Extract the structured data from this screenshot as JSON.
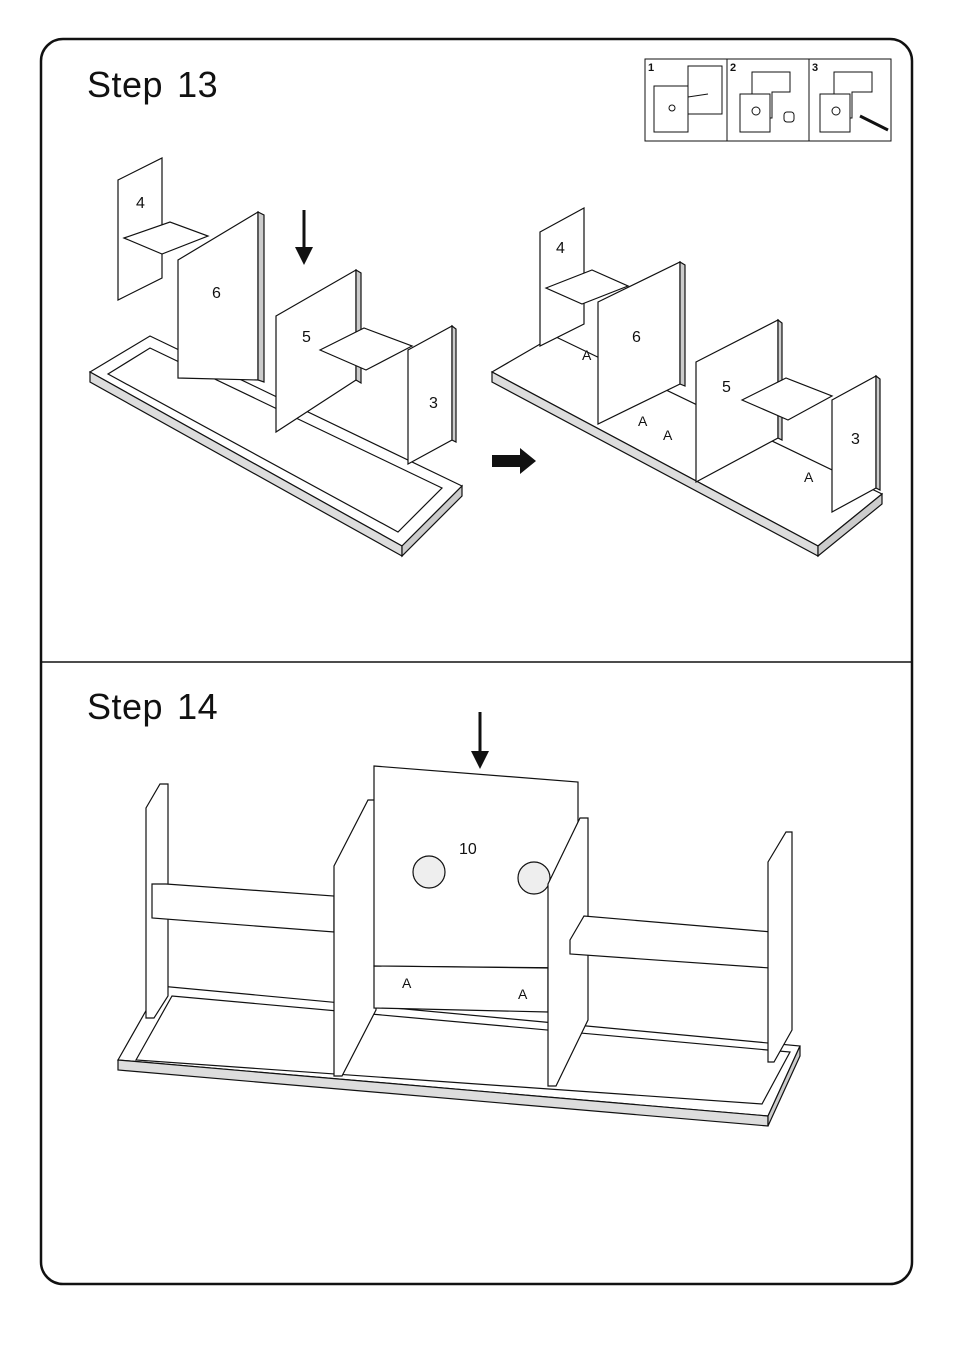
{
  "steps": [
    {
      "title": "Step",
      "number": "13",
      "inset_steps": [
        "1",
        "2",
        "3"
      ],
      "parts_before": [
        "4",
        "6",
        "5",
        "3"
      ],
      "parts_after": [
        "4",
        "6",
        "5",
        "3"
      ],
      "fastener_label": "A"
    },
    {
      "title": "Step",
      "number": "14",
      "part": "10",
      "fastener_label": "A"
    }
  ],
  "icons": [
    "down-arrow-icon",
    "right-arrow-icon"
  ]
}
